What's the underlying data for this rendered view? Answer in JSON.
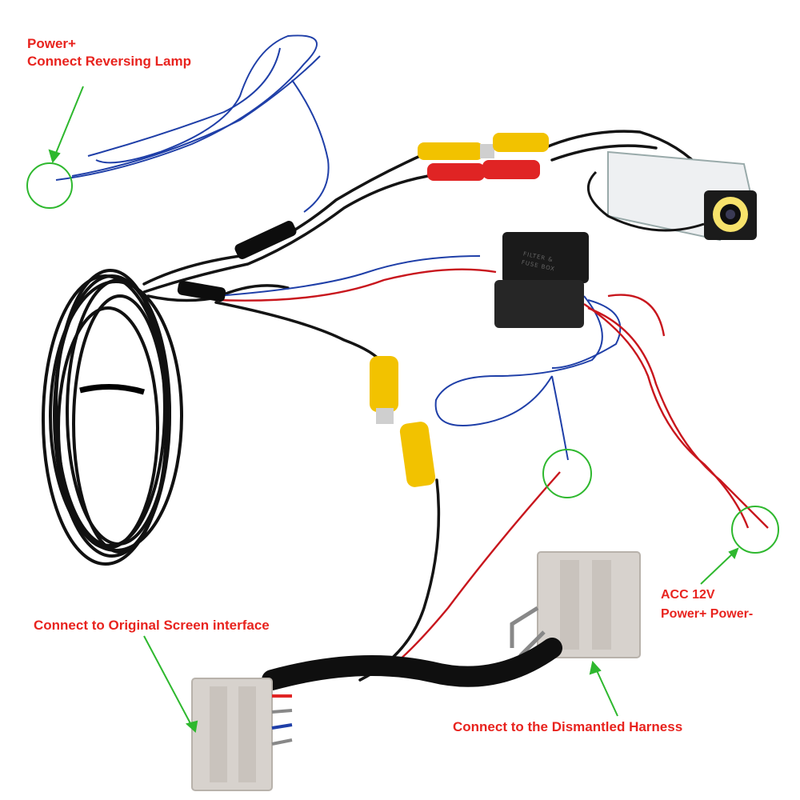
{
  "labels": {
    "power_line1": "Power+",
    "power_line2": "Connect Reversing Lamp",
    "acc_line1": "ACC 12V",
    "acc_line2": "Power+ Power-",
    "original_screen": "Connect to Original Screen interface",
    "dismantled_harness": "Connect to the Dismantled Harness"
  },
  "filter_box": {
    "line1": "FILTER &",
    "line2": "FUSE BOX"
  },
  "colors": {
    "label_text": "#e8231e",
    "annotation_green": "#2eb82e",
    "cable_black": "#111111",
    "wire_blue": "#1f3fa8",
    "wire_red": "#c8161d",
    "rca_yellow": "#f2c200",
    "rca_red": "#e02424",
    "connector_gray": "#d7d2cd"
  }
}
